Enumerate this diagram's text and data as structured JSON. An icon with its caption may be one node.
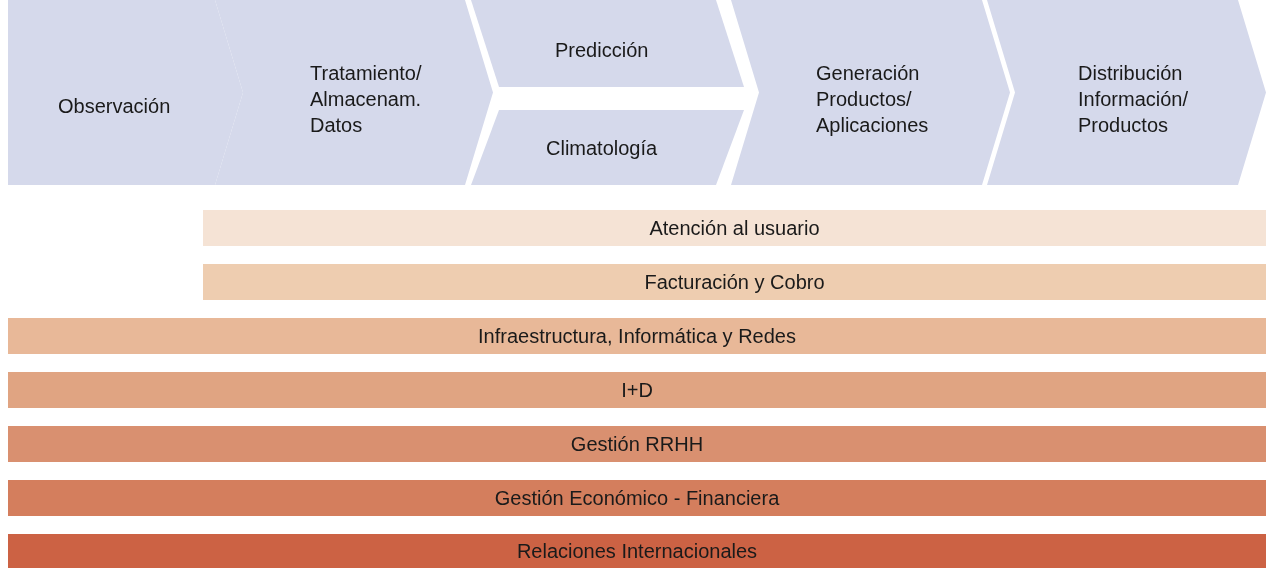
{
  "diagram": {
    "nodes": [
      {
        "text": [
          "Observación"
        ]
      },
      {
        "text": [
          "Tratamiento/ Almacenam. Datos"
        ]
      },
      {
        "text": [
          "Predicción"
        ]
      },
      {
        "text": [
          "Climatología"
        ]
      },
      {
        "text": [
          "Generación Productos/ Aplicaciones"
        ]
      },
      {
        "text": [
          "Distribución Información/ Productos"
        ]
      },
      {
        "text": [
          "Atención al usuario"
        ]
      },
      {
        "text": [
          "Facturación y Cobro"
        ]
      },
      {
        "text": [
          "Infraestructura, Informática y Redes"
        ]
      },
      {
        "text": [
          "I+D"
        ]
      },
      {
        "text": [
          "Gestión RRHH"
        ]
      },
      {
        "text": [
          "Gestión Económico - Financiera"
        ]
      },
      {
        "text": [
          "Relaciones Internacionales"
        ]
      }
    ]
  }
}
